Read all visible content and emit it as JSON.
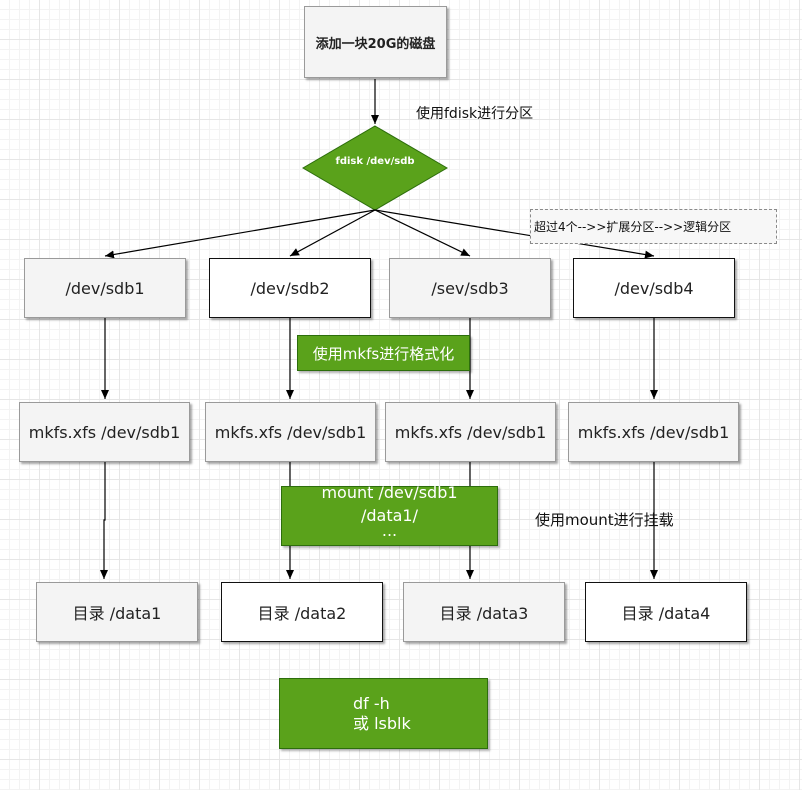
{
  "start": {
    "text": "添加一块20G的磁盘"
  },
  "fdisk_label": "使用fdisk进行分区",
  "decision": {
    "text": "fdisk /dev/sdb"
  },
  "note_extended": "超过4个-->>扩展分区-->>逻辑分区",
  "partitions": [
    "/dev/sdb1",
    "/dev/sdb2",
    "/sev/sdb3",
    "/dev/sdb4"
  ],
  "mkfs_label": "使用mkfs进行格式化",
  "mkfs_commands": [
    "mkfs.xfs /dev/sdb1",
    "mkfs.xfs /dev/sdb1",
    "mkfs.xfs /dev/sdb1",
    "mkfs.xfs /dev/sdb1"
  ],
  "mount_box": {
    "line1": "mount  /dev/sdb1",
    "line2": "/data1/",
    "line3": "..."
  },
  "mount_label": "使用mount进行挂载",
  "directories": [
    "目录 /data1",
    "目录 /data2",
    "目录 /data3",
    "目录 /data4"
  ],
  "check_box": {
    "line1": "df -h",
    "line2": "或 lsblk"
  },
  "colors": {
    "green": "#5aa21b",
    "green_border": "#2d6e0c",
    "box_gray": "#f4f4f4"
  }
}
